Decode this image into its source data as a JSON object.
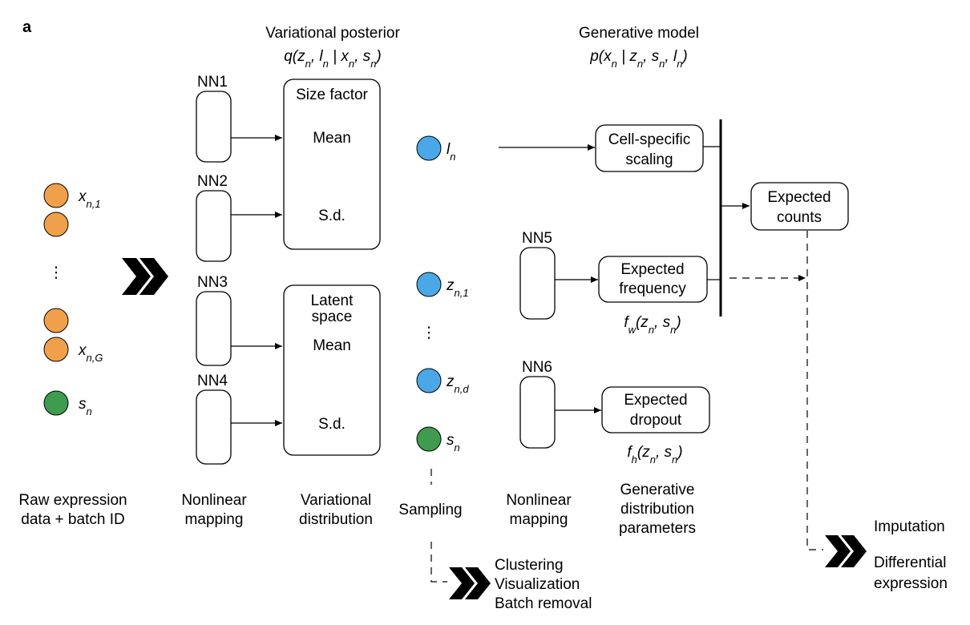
{
  "panel_label": "a",
  "headers": {
    "posterior_title": "Variational posterior",
    "posterior_formula": "q(z_n, l_n | x_n, s_n)",
    "generative_title": "Generative model",
    "generative_formula": "p(x_n | z_n, s_n, l_n)"
  },
  "inputs": {
    "x1_label": "x_n,1",
    "xG_label": "x_n,G",
    "s_label": "s_n",
    "ellipsis": "⋮",
    "node_colors": {
      "expression": "#F0A04B",
      "batch": "#3E9B4F"
    }
  },
  "networks": {
    "nn1": "NN1",
    "nn2": "NN2",
    "nn3": "NN3",
    "nn4": "NN4",
    "nn5": "NN5",
    "nn6": "NN6"
  },
  "posterior_boxes": {
    "size_factor": {
      "title": "Size factor",
      "mean": "Mean",
      "sd": "S.d."
    },
    "latent_space": {
      "title_line1": "Latent",
      "title_line2": "space",
      "mean": "Mean",
      "sd": "S.d."
    }
  },
  "samples": {
    "l_label": "l_n",
    "z1_label": "z_n,1",
    "zd_label": "z_n,d",
    "s_label": "s_n",
    "ellipsis": "⋮",
    "node_colors": {
      "latent": "#4AA8E8",
      "batch": "#3E9B4F"
    }
  },
  "generative_boxes": {
    "scaling": {
      "line1": "Cell-specific",
      "line2": "scaling"
    },
    "frequency": {
      "line1": "Expected",
      "line2": "frequency",
      "function": "f_w(z_n, s_n)"
    },
    "dropout": {
      "line1": "Expected",
      "line2": "dropout",
      "function": "f_h(z_n, s_n)"
    },
    "counts": {
      "line1": "Expected",
      "line2": "counts"
    }
  },
  "bottom_labels": {
    "raw": {
      "line1": "Raw expression",
      "line2": "data + batch ID"
    },
    "nonlinear1": {
      "line1": "Nonlinear",
      "line2": "mapping"
    },
    "variational": {
      "line1": "Variational",
      "line2": "distribution"
    },
    "sampling": "Sampling",
    "nonlinear2": {
      "line1": "Nonlinear",
      "line2": "mapping"
    },
    "generative": {
      "line1": "Generative",
      "line2": "distribution",
      "line3": "parameters"
    }
  },
  "outputs": {
    "latent_tasks": [
      "Clustering",
      "Visualization",
      "Batch removal"
    ],
    "count_tasks": {
      "imputation": "Imputation",
      "de_line1": "Differential",
      "de_line2": "expression"
    }
  }
}
